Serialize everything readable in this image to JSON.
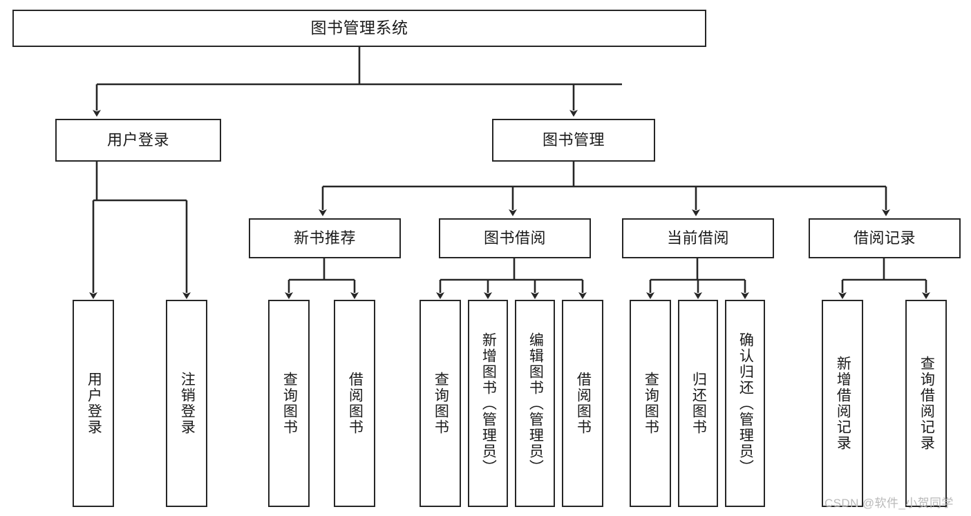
{
  "diagram": {
    "type": "tree",
    "title": "图书管理系统",
    "watermark": "CSDN @软件_小贺同学",
    "colors": {
      "box_border": "#262626",
      "box_fill": "#ffffff",
      "connector": "#262626",
      "text": "#1a1a1a",
      "watermark": "#b9b9b9"
    },
    "nodes": {
      "root": {
        "label": "图书管理系统"
      },
      "level2": [
        {
          "id": "user-login",
          "label": "用户登录"
        },
        {
          "id": "book-manage",
          "label": "图书管理"
        }
      ],
      "level3": [
        {
          "id": "new-book-recommend",
          "label": "新书推荐"
        },
        {
          "id": "book-borrow",
          "label": "图书借阅"
        },
        {
          "id": "current-borrow",
          "label": "当前借阅"
        },
        {
          "id": "borrow-record",
          "label": "借阅记录"
        }
      ],
      "leaves": {
        "user-login": [
          {
            "id": "leaf-user-login",
            "label": "用户登录"
          },
          {
            "id": "leaf-user-logout",
            "label": "注销登录"
          }
        ],
        "new-book-recommend": [
          {
            "id": "leaf-query-book-1",
            "label": "查询图书"
          },
          {
            "id": "leaf-borrow-book-1",
            "label": "借阅图书"
          }
        ],
        "book-borrow": [
          {
            "id": "leaf-query-book-2",
            "label": "查询图书"
          },
          {
            "id": "leaf-add-book",
            "label": "新增图书（管理员）"
          },
          {
            "id": "leaf-edit-book",
            "label": "编辑图书（管理员）"
          },
          {
            "id": "leaf-borrow-book-2",
            "label": "借阅图书"
          }
        ],
        "current-borrow": [
          {
            "id": "leaf-query-book-3",
            "label": "查询图书"
          },
          {
            "id": "leaf-return-book",
            "label": "归还图书"
          },
          {
            "id": "leaf-confirm-return",
            "label": "确认归还（管理员）"
          }
        ],
        "borrow-record": [
          {
            "id": "leaf-add-record",
            "label": "新增借阅记录"
          },
          {
            "id": "leaf-query-record",
            "label": "查询借阅记录"
          }
        ]
      }
    }
  }
}
